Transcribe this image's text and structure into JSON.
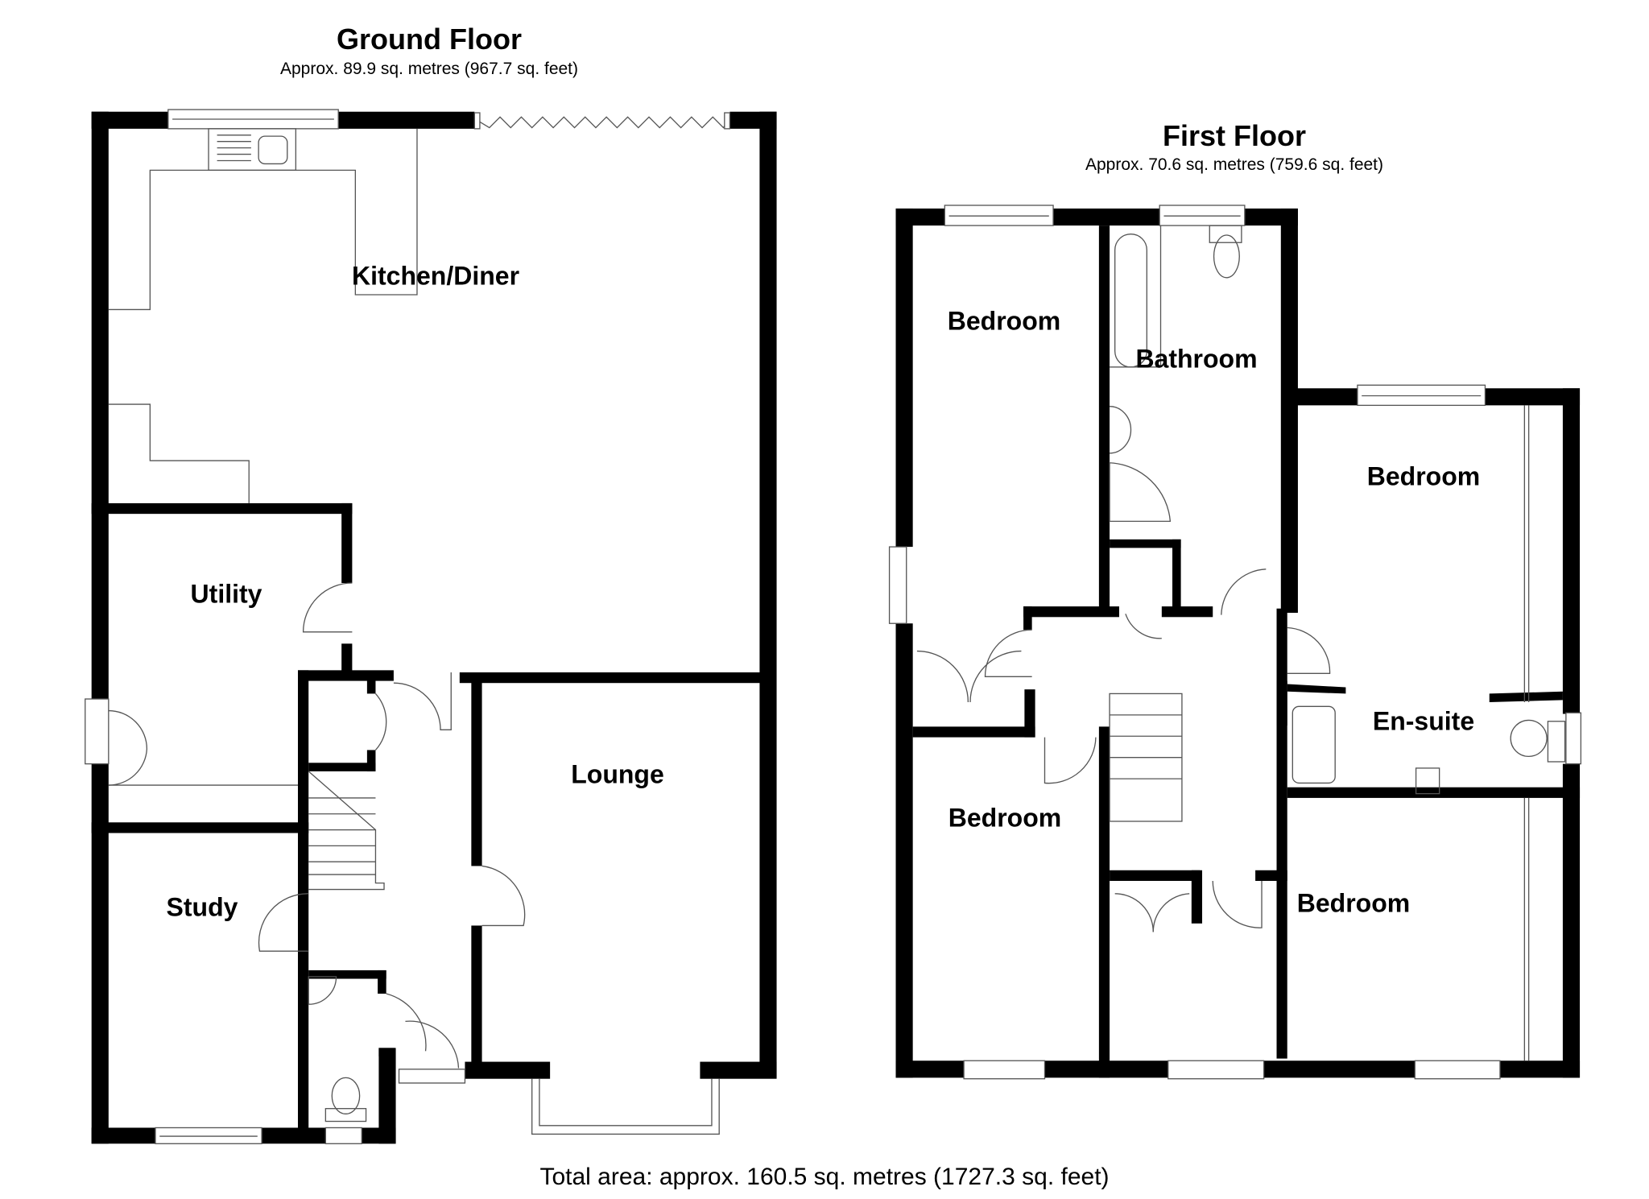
{
  "ground_floor": {
    "title": "Ground Floor",
    "area": "Approx. 89.9 sq. metres (967.7 sq. feet)",
    "rooms": {
      "kitchen": "Kitchen/Diner",
      "utility": "Utility",
      "study": "Study",
      "lounge": "Lounge"
    }
  },
  "first_floor": {
    "title": "First Floor",
    "area": "Approx. 70.6 sq. metres (759.6 sq. feet)",
    "rooms": {
      "bedroom_1": "Bedroom",
      "bathroom": "Bathroom",
      "bedroom_2": "Bedroom",
      "ensuite": "En-suite",
      "bedroom_3": "Bedroom",
      "bedroom_4": "Bedroom"
    }
  },
  "total_area": "Total area: approx. 160.5 sq. metres (1727.3 sq. feet)",
  "colors": {
    "wall": "#000000",
    "background": "#ffffff",
    "fixture_line": "#555555"
  }
}
